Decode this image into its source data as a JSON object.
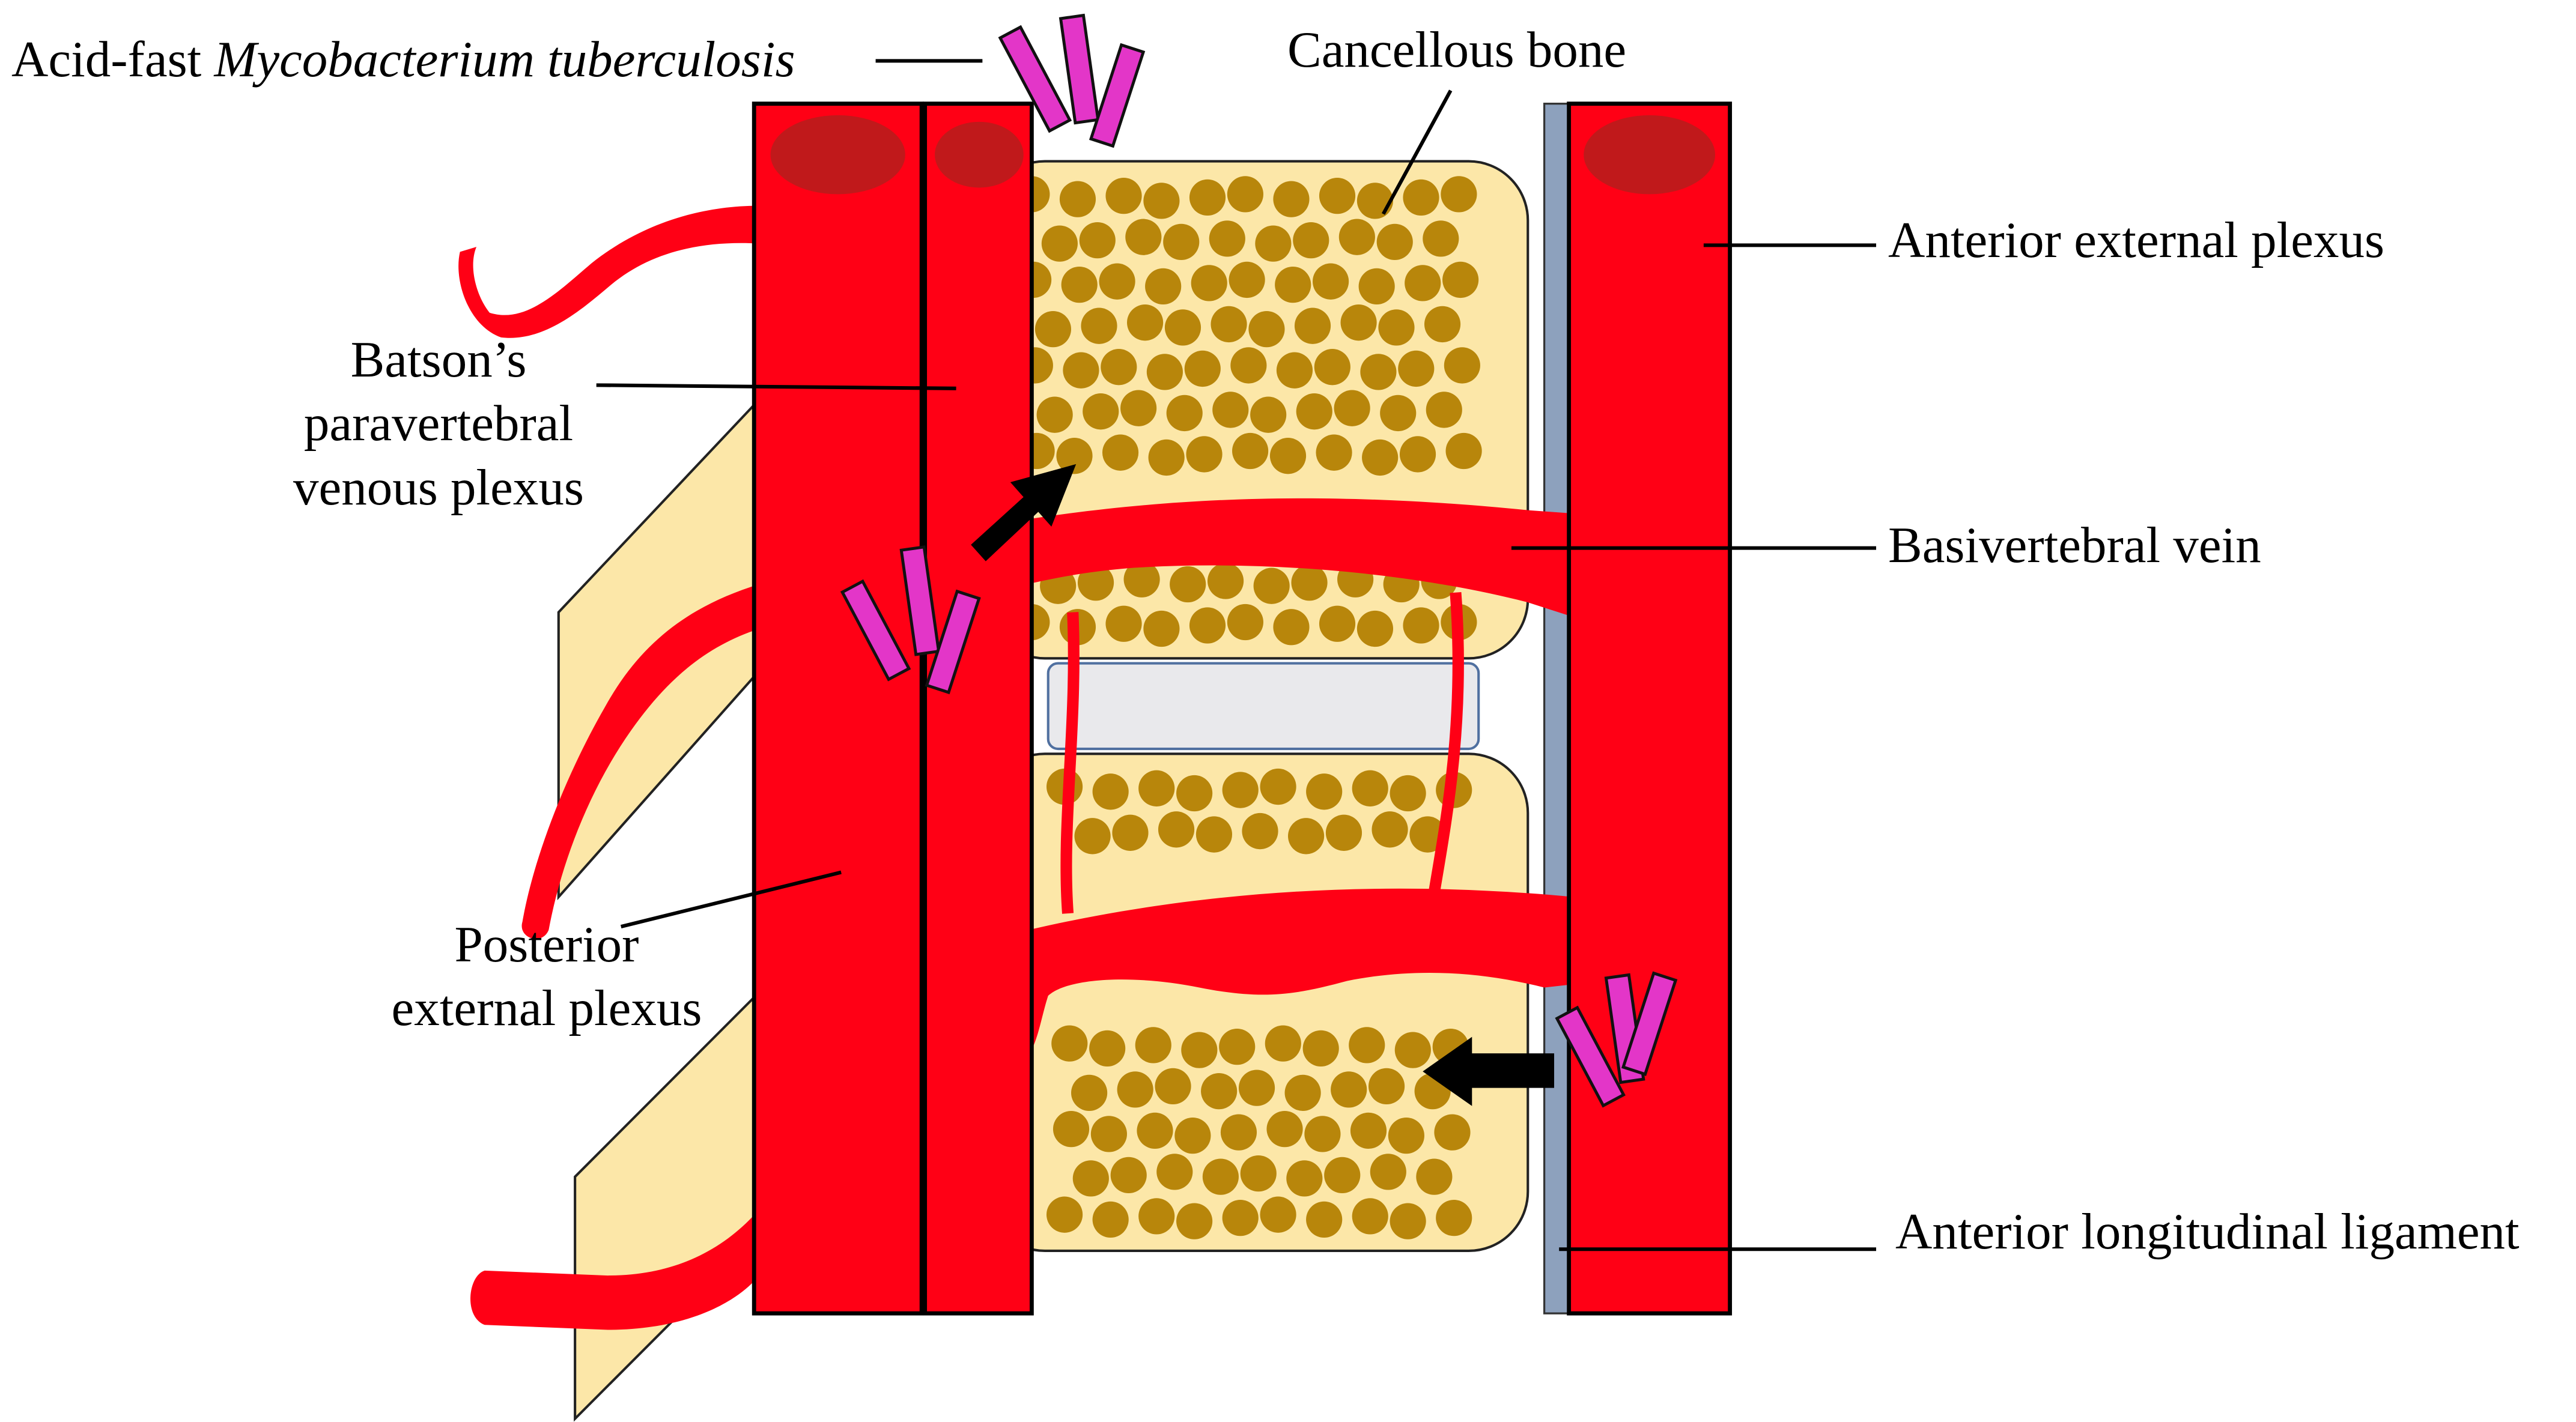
{
  "labels": {
    "bacteria_prefix": "Acid-fast",
    "bacteria_name": "Mycobacterium tuberculosis",
    "cancellous_bone": "Cancellous bone",
    "batson_line1": "Batson’s",
    "batson_line2": "paravertebral",
    "batson_line3": "venous plexus",
    "anterior_external_plexus": "Anterior external plexus",
    "basivertebral_vein": "Basivertebral vein",
    "posterior_line1": "Posterior",
    "posterior_line2": "external plexus",
    "anterior_longitudinal_ligament": "Anterior longitudinal ligament"
  },
  "colors": {
    "vein_red": "#ff0015",
    "vein_lumen": "#c0191b",
    "bone_fill": "#fce7a8",
    "trabecula": "#b8860b",
    "disc": "#e9e9ec",
    "ligament": "#8da1bd",
    "bacillus": "#e336c8",
    "arrow": "#000000"
  }
}
